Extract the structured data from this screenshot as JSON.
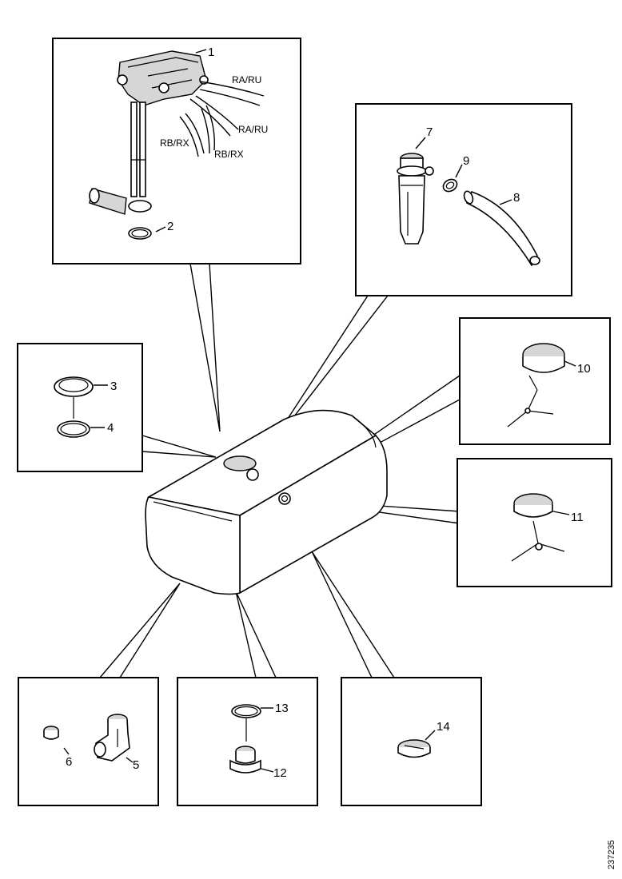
{
  "callouts": {
    "c1": "1",
    "c2": "2",
    "c3": "3",
    "c4": "4",
    "c5": "5",
    "c6": "6",
    "c7": "7",
    "c8": "8",
    "c9": "9",
    "c10": "10",
    "c11": "11",
    "c12": "12",
    "c13": "13",
    "c14": "14"
  },
  "hose_labels": {
    "ra_ru_1": "RA/RU",
    "ra_ru_2": "RA/RU",
    "rb_rx_1": "RB/RX",
    "rb_rx_2": "RB/RX"
  },
  "doc_number": "237235"
}
